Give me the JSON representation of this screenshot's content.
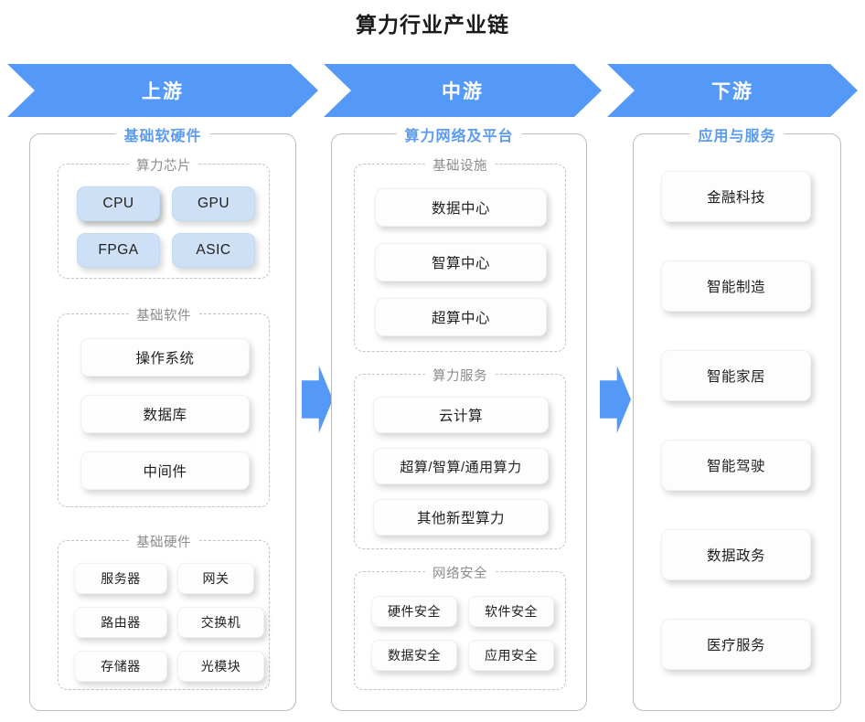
{
  "title": "算力行业产业链",
  "stages": [
    {
      "key": "upstream",
      "label": "上游"
    },
    {
      "key": "midstream",
      "label": "中游"
    },
    {
      "key": "downstream",
      "label": "下游"
    }
  ],
  "connectors": [
    {
      "name": "arrow-upstream-to-midstream"
    },
    {
      "name": "arrow-midstream-to-downstream"
    }
  ],
  "columns": {
    "upstream": {
      "title": "基础软硬件",
      "groups": [
        {
          "title": "算力芯片",
          "items": [
            "CPU",
            "GPU",
            "FPGA",
            "ASIC"
          ]
        },
        {
          "title": "基础软件",
          "items": [
            "操作系统",
            "数据库",
            "中间件"
          ]
        },
        {
          "title": "基础硬件",
          "items": [
            "服务器",
            "网关",
            "路由器",
            "交换机",
            "存储器",
            "光模块"
          ]
        }
      ]
    },
    "midstream": {
      "title": "算力网络及平台",
      "groups": [
        {
          "title": "基础设施",
          "items": [
            "数据中心",
            "智算中心",
            "超算中心"
          ]
        },
        {
          "title": "算力服务",
          "items": [
            "云计算",
            "超算/智算/通用算力",
            "其他新型算力"
          ]
        },
        {
          "title": "网络安全",
          "items": [
            "硬件安全",
            "软件安全",
            "数据安全",
            "应用安全"
          ]
        }
      ]
    },
    "downstream": {
      "title": "应用与服务",
      "items": [
        "金融科技",
        "智能制造",
        "智能家居",
        "智能驾驶",
        "数据政务",
        "医疗服务"
      ]
    }
  },
  "colors": {
    "accent_blue": "#5499F7",
    "title_blue": "#5B9BF0",
    "chip_blue": "#CDE0F5",
    "group_border": "#c2c2c2",
    "col_border": "#bdbdbd",
    "background": "#ffffff"
  }
}
